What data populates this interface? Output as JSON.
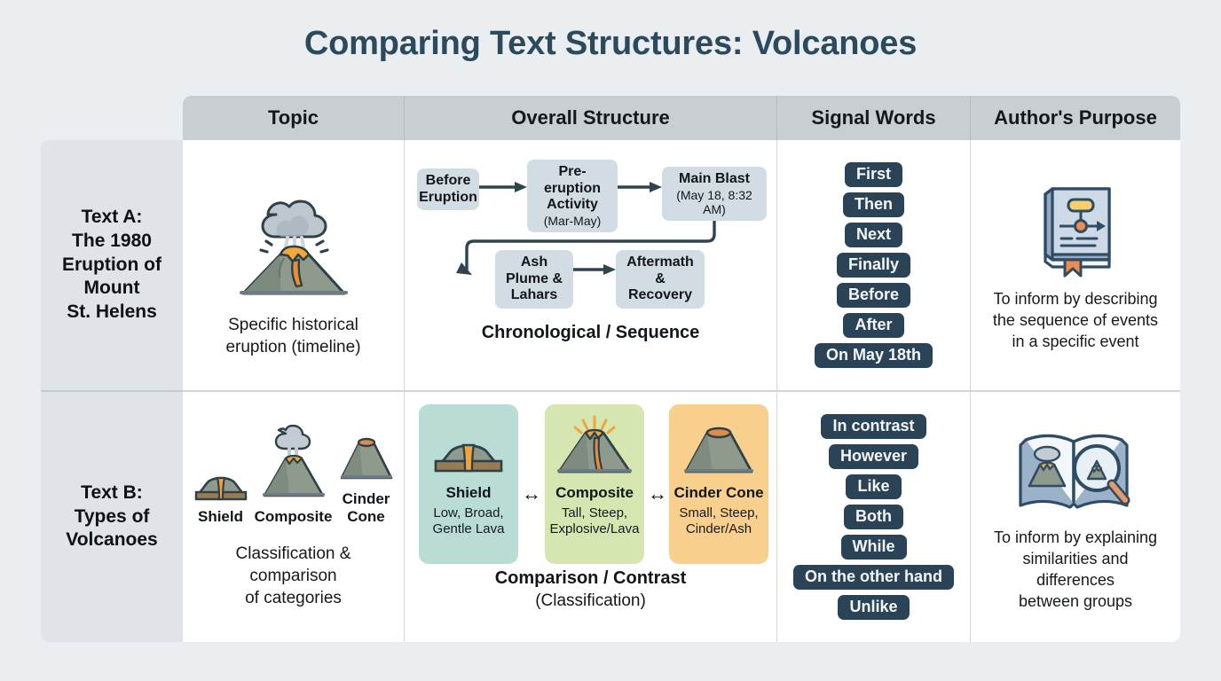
{
  "title": "Comparing Text Structures: Volcanoes",
  "columns": {
    "topic": "Topic",
    "structure": "Overall Structure",
    "signal": "Signal Words",
    "purpose": "Author's Purpose"
  },
  "colors": {
    "background": "#eaeef0",
    "title": "#2c4a5e",
    "header_bg": "#c9ced3",
    "rowlabel_bg": "#e0e4e8",
    "flowbox_bg": "#d2dde3",
    "chip_bg": "#2b4356",
    "shield_box": "#b9dcd5",
    "composite_box": "#d5e6b0",
    "cinder_box": "#f8cf8c"
  },
  "rows": [
    {
      "label": "Text A:\nThe 1980\nEruption of\nMount\nSt. Helens",
      "topic_icon": "erupting-volcano-icon",
      "topic_caption": "Specific historical\neruption (timeline)",
      "structure_type": "flow",
      "flow": {
        "steps": [
          {
            "title": "Before Eruption",
            "sub": ""
          },
          {
            "title": "Pre-eruption Activity",
            "sub": "(Mar-May)"
          },
          {
            "title": "Main Blast",
            "sub": "(May 18, 8:32 AM)"
          },
          {
            "title": "Ash Plume & Lahars",
            "sub": ""
          },
          {
            "title": "Aftermath & Recovery",
            "sub": ""
          }
        ],
        "caption": "Chronological / Sequence",
        "caption_sub": ""
      },
      "signal_words": [
        "First",
        "Then",
        "Next",
        "Finally",
        "Before",
        "After",
        "On May 18th"
      ],
      "purpose_icon": "closed-book-timeline-icon",
      "purpose_text": "To inform by describing\nthe sequence of events\nin a specific event"
    },
    {
      "label": "Text B:\nTypes of\nVolcanoes",
      "topic_icon": "three-volcano-types-icon",
      "topic_mini": [
        {
          "label": "Shield",
          "icon": "shield-volcano-icon"
        },
        {
          "label": "Composite",
          "icon": "composite-volcano-icon"
        },
        {
          "label": "Cinder\nCone",
          "icon": "cinder-cone-volcano-icon"
        }
      ],
      "topic_caption": "Classification &\ncomparison\nof categories",
      "structure_type": "compare",
      "compare": {
        "boxes": [
          {
            "title": "Shield",
            "desc": "Low, Broad,\nGentle Lava",
            "color": "#b9dcd5",
            "icon": "shield-volcano-icon"
          },
          {
            "title": "Composite",
            "desc": "Tall, Steep,\nExplosive/Lava",
            "color": "#d5e6b0",
            "icon": "composite-volcano-icon"
          },
          {
            "title": "Cinder Cone",
            "desc": "Small, Steep,\nCinder/Ash",
            "color": "#f8cf8c",
            "icon": "cinder-cone-volcano-icon"
          }
        ],
        "arrows": [
          "↔",
          "↔"
        ],
        "caption": "Comparison / Contrast",
        "caption_sub": "(Classification)"
      },
      "signal_words": [
        "In contrast",
        "However",
        "Like",
        "Both",
        "While",
        "On the other hand",
        "Unlike"
      ],
      "purpose_icon": "open-book-magnifier-icon",
      "purpose_text": "To inform by explaining\nsimilarities and\ndifferences\nbetween groups"
    }
  ]
}
